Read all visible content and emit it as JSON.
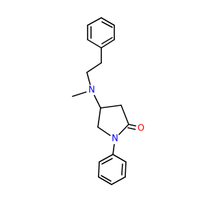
{
  "atoms": [
    {
      "id": "n_amine",
      "symbol": "N",
      "color": "#0000ff"
    },
    {
      "id": "n_ring",
      "symbol": "N",
      "color": "#0000ff"
    },
    {
      "id": "o_carbonyl",
      "symbol": "O",
      "color": "#ff0000"
    }
  ],
  "colors": {
    "bond": "#000000",
    "background": "#ffffff"
  }
}
